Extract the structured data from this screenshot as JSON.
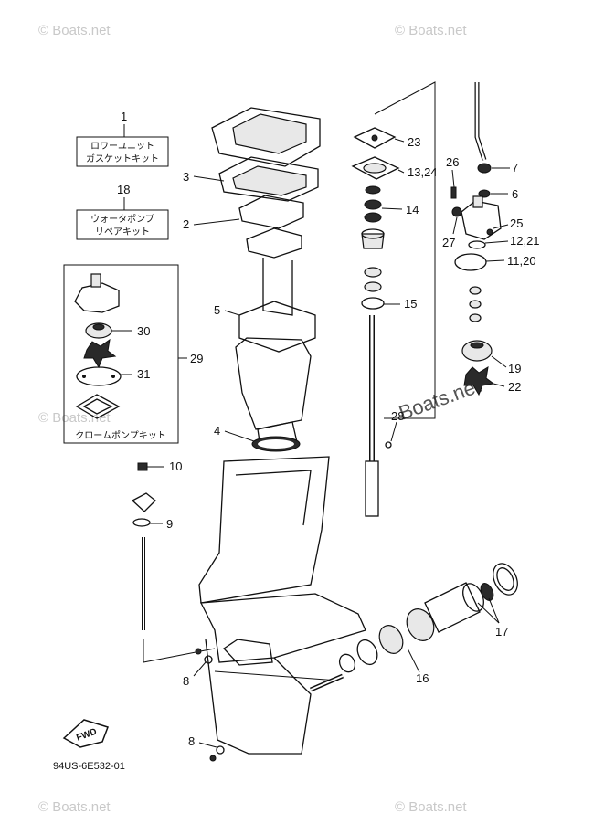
{
  "diagram_code": "94US-6E532-01",
  "watermark": "© Boats.net",
  "watermark_center": "Boats.net",
  "kits": {
    "k1": {
      "number": "1",
      "lines": [
        "ロワーユニット",
        "ガスケットキット"
      ]
    },
    "k18": {
      "number": "18",
      "lines": [
        "ウォータポンプ",
        "リペアキット"
      ]
    },
    "k29": {
      "number": "29",
      "caption": "クロームポンプキット"
    }
  },
  "fwd_label": "FWD",
  "callouts": {
    "c2": "2",
    "c3": "3",
    "c4": "4",
    "c5": "5",
    "c6": "6",
    "c7": "7",
    "c8a": "8",
    "c8b": "8",
    "c9": "9",
    "c10": "10",
    "c1121": "11,20",
    "c1221": "12,21",
    "c1324": "13,24",
    "c14": "14",
    "c15": "15",
    "c16": "16",
    "c17": "17",
    "c19": "19",
    "c22": "22",
    "c23": "23",
    "c25": "25",
    "c26": "26",
    "c27": "27",
    "c28": "28",
    "c30": "30",
    "c31": "31"
  }
}
